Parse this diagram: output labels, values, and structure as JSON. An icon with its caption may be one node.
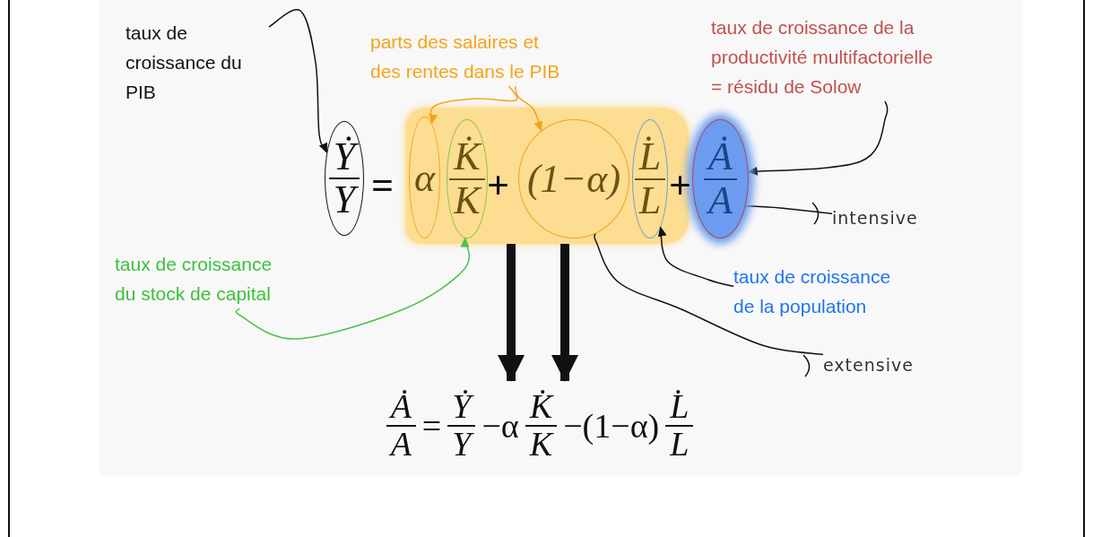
{
  "diagram": {
    "nodes": [
      {
        "text": [
          "taux de croissance du PIB"
        ]
      },
      {
        "text": [
          "parts des salaires et des rentes dans le PIB"
        ]
      },
      {
        "text": [
          "taux de croissance de la productivité multifactorielle = résidu de Solow"
        ]
      },
      {
        "text": [
          "Ẏ",
          "Y"
        ]
      },
      {
        "text": [],
        "shape": "band"
      },
      {
        "text": [
          "α"
        ],
        "in": 4
      },
      {
        "text": [
          "K̇",
          "K"
        ],
        "in": 4
      },
      {
        "text": [
          "(1−α)"
        ],
        "in": 4
      },
      {
        "text": [
          "L̇",
          "L"
        ],
        "in": 4
      },
      {
        "text": [
          "Ȧ",
          "A"
        ]
      },
      {
        "text": [
          "intensive"
        ]
      },
      {
        "text": [
          "taux de croissance du stock de capital"
        ]
      },
      {
        "text": [
          "taux de croissance de la population"
        ]
      },
      {
        "text": [
          "extensive"
        ]
      },
      {
        "text": [
          "Ȧ",
          "A",
          "=",
          "Ẏ",
          "Y",
          "−α",
          "K̇",
          "K",
          "−(1−α)",
          "L̇",
          "L"
        ]
      }
    ],
    "edges": [
      {
        "from": 0,
        "to": 3,
        "arrow": "to"
      },
      {
        "from": 1,
        "to": 5,
        "arrow": "to",
        "color": "#f5a31a"
      },
      {
        "from": 1,
        "to": 7,
        "arrow": "to",
        "color": "#f5a31a"
      },
      {
        "from": 2,
        "to": 9,
        "arrow": "to"
      },
      {
        "from": 11,
        "to": 6,
        "arrow": "to",
        "color": "#4cc24c"
      },
      {
        "from": 12,
        "to": 8,
        "arrow": "to"
      },
      {
        "from": 9,
        "to": 10,
        "arrow": "none"
      },
      {
        "from": 7,
        "to": 13,
        "arrow": "none"
      },
      {
        "from": 4,
        "to": 14,
        "arrow": "to",
        "style": "thick"
      },
      {
        "from": 4,
        "to": 14,
        "arrow": "to",
        "style": "thick"
      }
    ],
    "labels": [
      "=",
      "+",
      "+"
    ]
  }
}
